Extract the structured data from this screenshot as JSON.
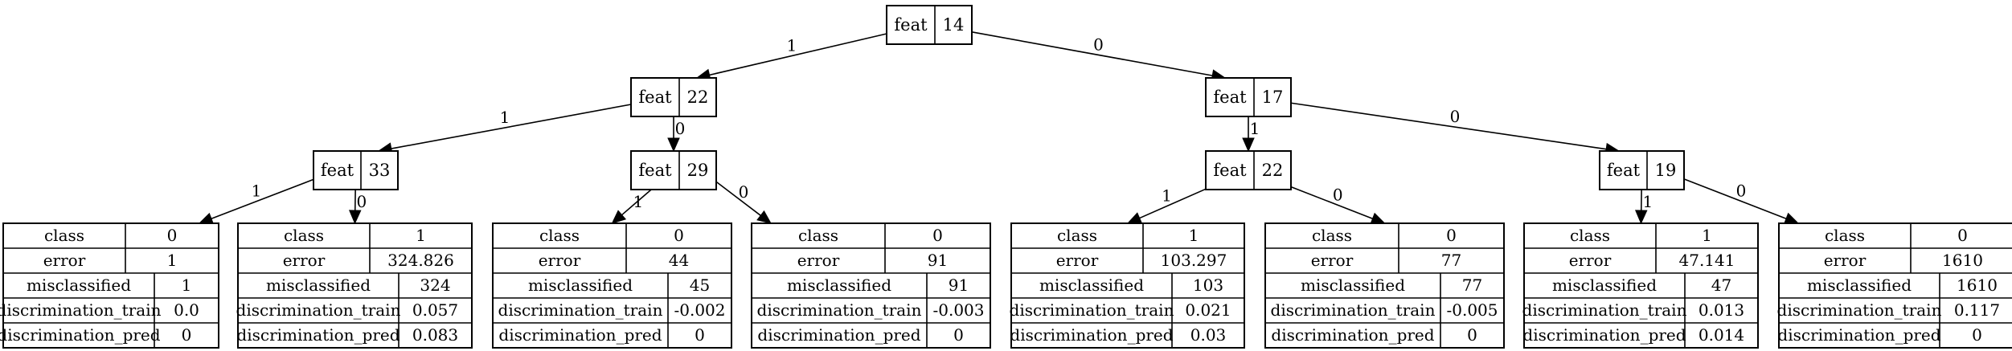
{
  "decision_nodes": {
    "root": {
      "label": "feat",
      "value": "14"
    },
    "l": {
      "label": "feat",
      "value": "22"
    },
    "r": {
      "label": "feat",
      "value": "17"
    },
    "ll": {
      "label": "feat",
      "value": "33"
    },
    "lr": {
      "label": "feat",
      "value": "29"
    },
    "rl": {
      "label": "feat",
      "value": "22"
    },
    "rr": {
      "label": "feat",
      "value": "19"
    }
  },
  "leaves": [
    {
      "id": "lll",
      "rows": [
        [
          "class",
          "0"
        ],
        [
          "error",
          "1"
        ],
        [
          "misclassified",
          "1"
        ],
        [
          "discrimination_train",
          "0.0"
        ],
        [
          "discrimination_pred",
          "0"
        ]
      ]
    },
    {
      "id": "llr",
      "rows": [
        [
          "class",
          "1"
        ],
        [
          "error",
          "324.826"
        ],
        [
          "misclassified",
          "324"
        ],
        [
          "discrimination_train",
          "0.057"
        ],
        [
          "discrimination_pred",
          "0.083"
        ]
      ]
    },
    {
      "id": "lrl",
      "rows": [
        [
          "class",
          "0"
        ],
        [
          "error",
          "44"
        ],
        [
          "misclassified",
          "45"
        ],
        [
          "discrimination_train",
          "-0.002"
        ],
        [
          "discrimination_pred",
          "0"
        ]
      ]
    },
    {
      "id": "lrr",
      "rows": [
        [
          "class",
          "0"
        ],
        [
          "error",
          "91"
        ],
        [
          "misclassified",
          "91"
        ],
        [
          "discrimination_train",
          "-0.003"
        ],
        [
          "discrimination_pred",
          "0"
        ]
      ]
    },
    {
      "id": "rll",
      "rows": [
        [
          "class",
          "1"
        ],
        [
          "error",
          "103.297"
        ],
        [
          "misclassified",
          "103"
        ],
        [
          "discrimination_train",
          "0.021"
        ],
        [
          "discrimination_pred",
          "0.03"
        ]
      ]
    },
    {
      "id": "rlr",
      "rows": [
        [
          "class",
          "0"
        ],
        [
          "error",
          "77"
        ],
        [
          "misclassified",
          "77"
        ],
        [
          "discrimination_train",
          "-0.005"
        ],
        [
          "discrimination_pred",
          "0"
        ]
      ]
    },
    {
      "id": "rrl",
      "rows": [
        [
          "class",
          "1"
        ],
        [
          "error",
          "47.141"
        ],
        [
          "misclassified",
          "47"
        ],
        [
          "discrimination_train",
          "0.013"
        ],
        [
          "discrimination_pred",
          "0.014"
        ]
      ]
    },
    {
      "id": "rrr",
      "rows": [
        [
          "class",
          "0"
        ],
        [
          "error",
          "1610"
        ],
        [
          "misclassified",
          "1610"
        ],
        [
          "discrimination_train",
          "0.117"
        ],
        [
          "discrimination_pred",
          "0"
        ]
      ]
    }
  ],
  "edges": [
    {
      "from": "root",
      "to": "l",
      "label": "1"
    },
    {
      "from": "root",
      "to": "r",
      "label": "0"
    },
    {
      "from": "l",
      "to": "ll",
      "label": "1"
    },
    {
      "from": "l",
      "to": "lr",
      "label": "0"
    },
    {
      "from": "r",
      "to": "rl",
      "label": "1"
    },
    {
      "from": "r",
      "to": "rr",
      "label": "0"
    },
    {
      "from": "ll",
      "to": "lll",
      "label": "1"
    },
    {
      "from": "ll",
      "to": "llr",
      "label": "0"
    },
    {
      "from": "lr",
      "to": "lrl",
      "label": "1"
    },
    {
      "from": "lr",
      "to": "lrr",
      "label": "0"
    },
    {
      "from": "rl",
      "to": "rll",
      "label": "1"
    },
    {
      "from": "rl",
      "to": "rlr",
      "label": "0"
    },
    {
      "from": "rr",
      "to": "rrl",
      "label": "1"
    },
    {
      "from": "rr",
      "to": "rrr",
      "label": "0"
    }
  ]
}
